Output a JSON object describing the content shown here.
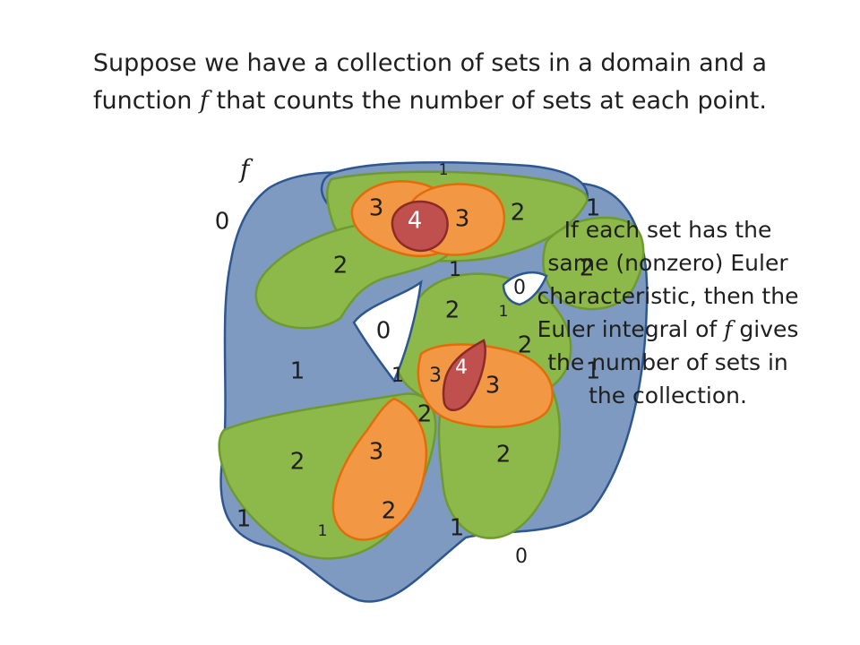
{
  "heading": {
    "line1": "Suppose we have a collection of sets in a domain and a",
    "line2_pre": "function ",
    "line2_fn": "f",
    "line2_post": " that counts the number of sets at each point."
  },
  "diagram": {
    "function_label": "f",
    "outside_labels": [
      "0",
      "0"
    ],
    "region_labels": {
      "outer_top": "1",
      "top_right": "1",
      "left_mid": "1",
      "bottom_left": "1",
      "bottom_mid": "1",
      "right_mid": "1",
      "small_one_a": "1",
      "small_one_b": "1",
      "small_one_c": "1",
      "small_one_d": "1",
      "hole_left": "0",
      "hole_right": "0",
      "green_top_left": "2",
      "green_top_right": "2",
      "green_right": "2",
      "green_center": "2",
      "green_center_right": "2",
      "green_lower_mid": "2",
      "green_lower_right": "2",
      "green_bottom_left": "2",
      "green_bottom": "2",
      "orange_top_left": "3",
      "orange_top_right": "3",
      "orange_center_left": "3",
      "orange_center_right": "3",
      "orange_bottom": "3",
      "red_top": "4",
      "red_center": "4"
    }
  },
  "side_text": {
    "part1": "If each set has the same (nonzero) Euler characteristic, then the Euler integral of ",
    "fn": "f",
    "part2": " gives the number of sets in the collection."
  },
  "colors": {
    "blue_region": "#7f9ac0",
    "blue_border": "#2e5791",
    "green": "#8db94a",
    "orange": "#f29744",
    "red": "#c0504d"
  }
}
